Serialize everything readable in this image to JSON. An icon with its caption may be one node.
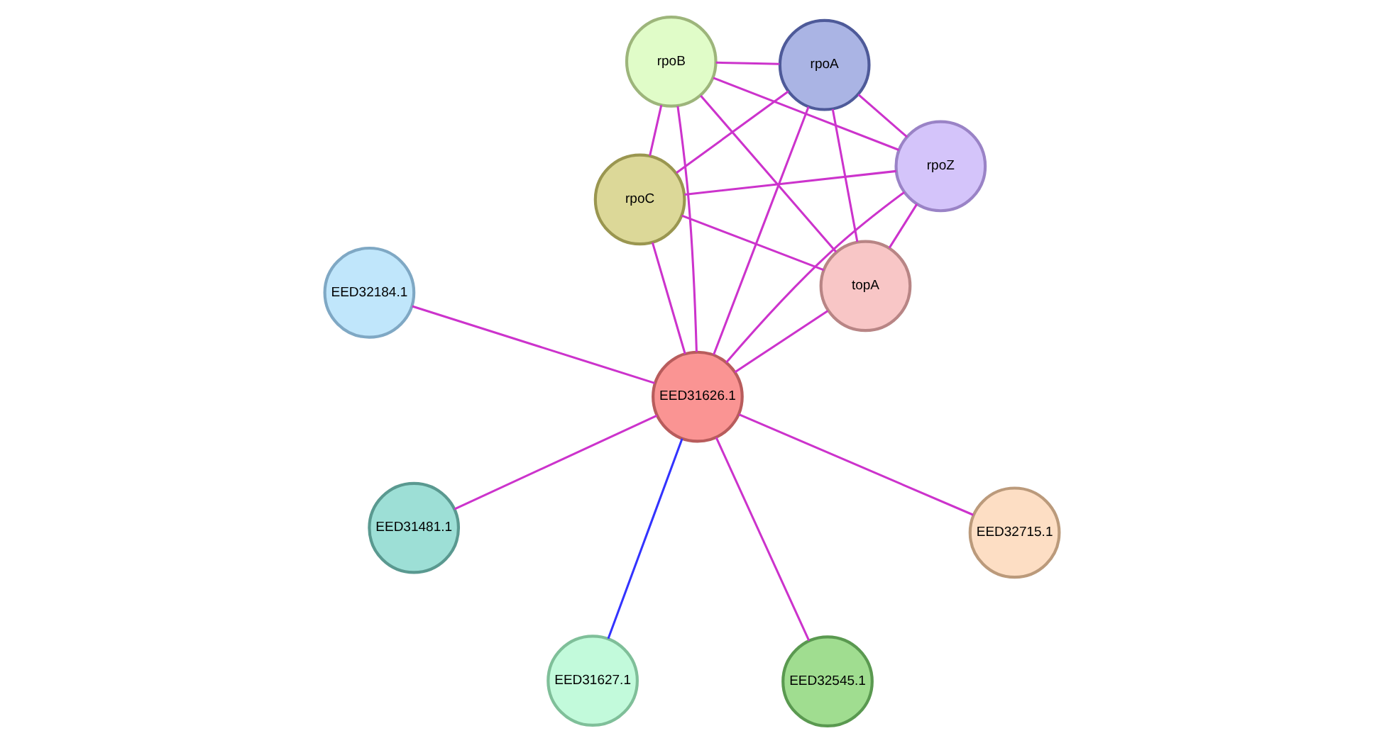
{
  "diagram": {
    "nodes": [
      {
        "text": [
          "EED32184.1"
        ]
      },
      {
        "text": [
          "rpoZ"
        ]
      },
      {
        "text": [
          "EED31627.1"
        ]
      },
      {
        "text": [
          "rpoB"
        ]
      },
      {
        "text": [
          "rpoA"
        ]
      },
      {
        "text": [
          "rpoC"
        ]
      },
      {
        "text": [
          "EED31626.1"
        ]
      },
      {
        "text": [
          "topA"
        ]
      },
      {
        "text": [
          "EED31481.1"
        ]
      },
      {
        "text": [
          "EED32715.1"
        ]
      },
      {
        "text": [
          "EED32545.1"
        ]
      }
    ],
    "edges": [
      {
        "from": 6,
        "to": 0,
        "arrow": "none"
      },
      {
        "from": 6,
        "to": 2,
        "arrow": "none",
        "color": "#3333ff"
      },
      {
        "from": 6,
        "to": 8,
        "arrow": "none"
      },
      {
        "from": 6,
        "to": 9,
        "arrow": "none"
      },
      {
        "from": 6,
        "to": 10,
        "arrow": "none"
      },
      {
        "from": 6,
        "to": 3,
        "arrow": "none"
      },
      {
        "from": 6,
        "to": 1,
        "arrow": "none"
      },
      {
        "from": 6,
        "to": 5,
        "arrow": "none"
      },
      {
        "from": 6,
        "to": 4,
        "arrow": "none"
      },
      {
        "from": 6,
        "to": 7,
        "arrow": "none"
      },
      {
        "from": 3,
        "to": 1,
        "arrow": "none"
      },
      {
        "from": 3,
        "to": 4,
        "arrow": "none"
      },
      {
        "from": 3,
        "to": 5,
        "arrow": "none"
      },
      {
        "from": 3,
        "to": 7,
        "arrow": "none"
      },
      {
        "from": 1,
        "to": 4,
        "arrow": "none"
      },
      {
        "from": 1,
        "to": 5,
        "arrow": "none"
      },
      {
        "from": 1,
        "to": 7,
        "arrow": "none"
      },
      {
        "from": 4,
        "to": 5,
        "arrow": "none"
      },
      {
        "from": 4,
        "to": 7,
        "arrow": "none"
      },
      {
        "from": 5,
        "to": 7,
        "arrow": "none"
      }
    ]
  }
}
